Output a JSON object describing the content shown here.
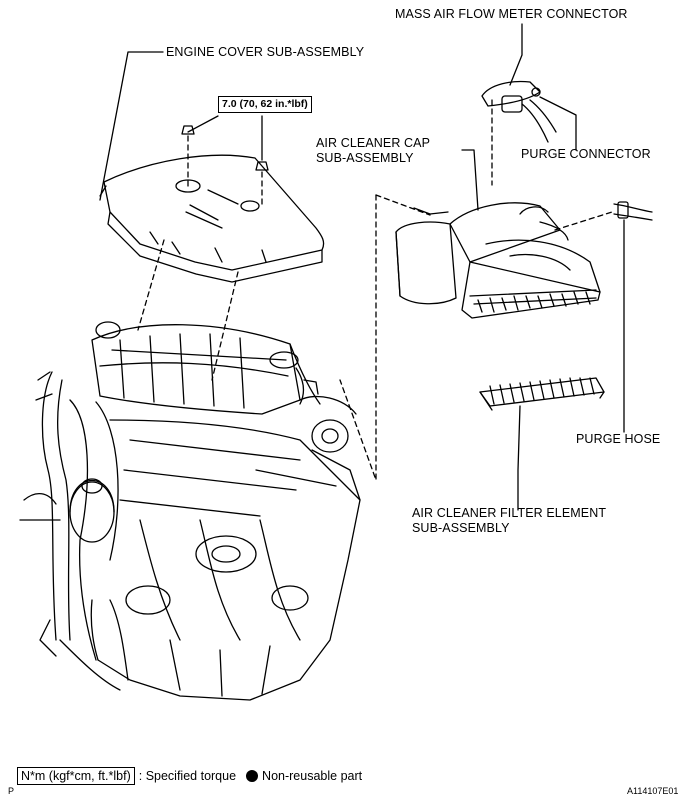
{
  "labels": {
    "mass_air_flow_meter_connector": "MASS AIR FLOW METER CONNECTOR",
    "engine_cover_sub_assembly": "ENGINE COVER SUB-ASSEMBLY",
    "air_cleaner_cap_line1": "AIR CLEANER CAP",
    "air_cleaner_cap_line2": "SUB-ASSEMBLY",
    "purge_connector": "PURGE CONNECTOR",
    "purge_hose": "PURGE HOSE",
    "air_cleaner_filter_line1": "AIR CLEANER FILTER ELEMENT",
    "air_cleaner_filter_line2": "SUB-ASSEMBLY"
  },
  "torque_spec": "7.0 (70, 62 in.*lbf)",
  "legend": {
    "torque_units": "N*m (kgf*cm, ft.*lbf)",
    "torque_desc": ": Specified torque",
    "non_reusable": "Non-reusable part"
  },
  "corner": {
    "left_code": "P",
    "figure_id": "A114107E01"
  }
}
